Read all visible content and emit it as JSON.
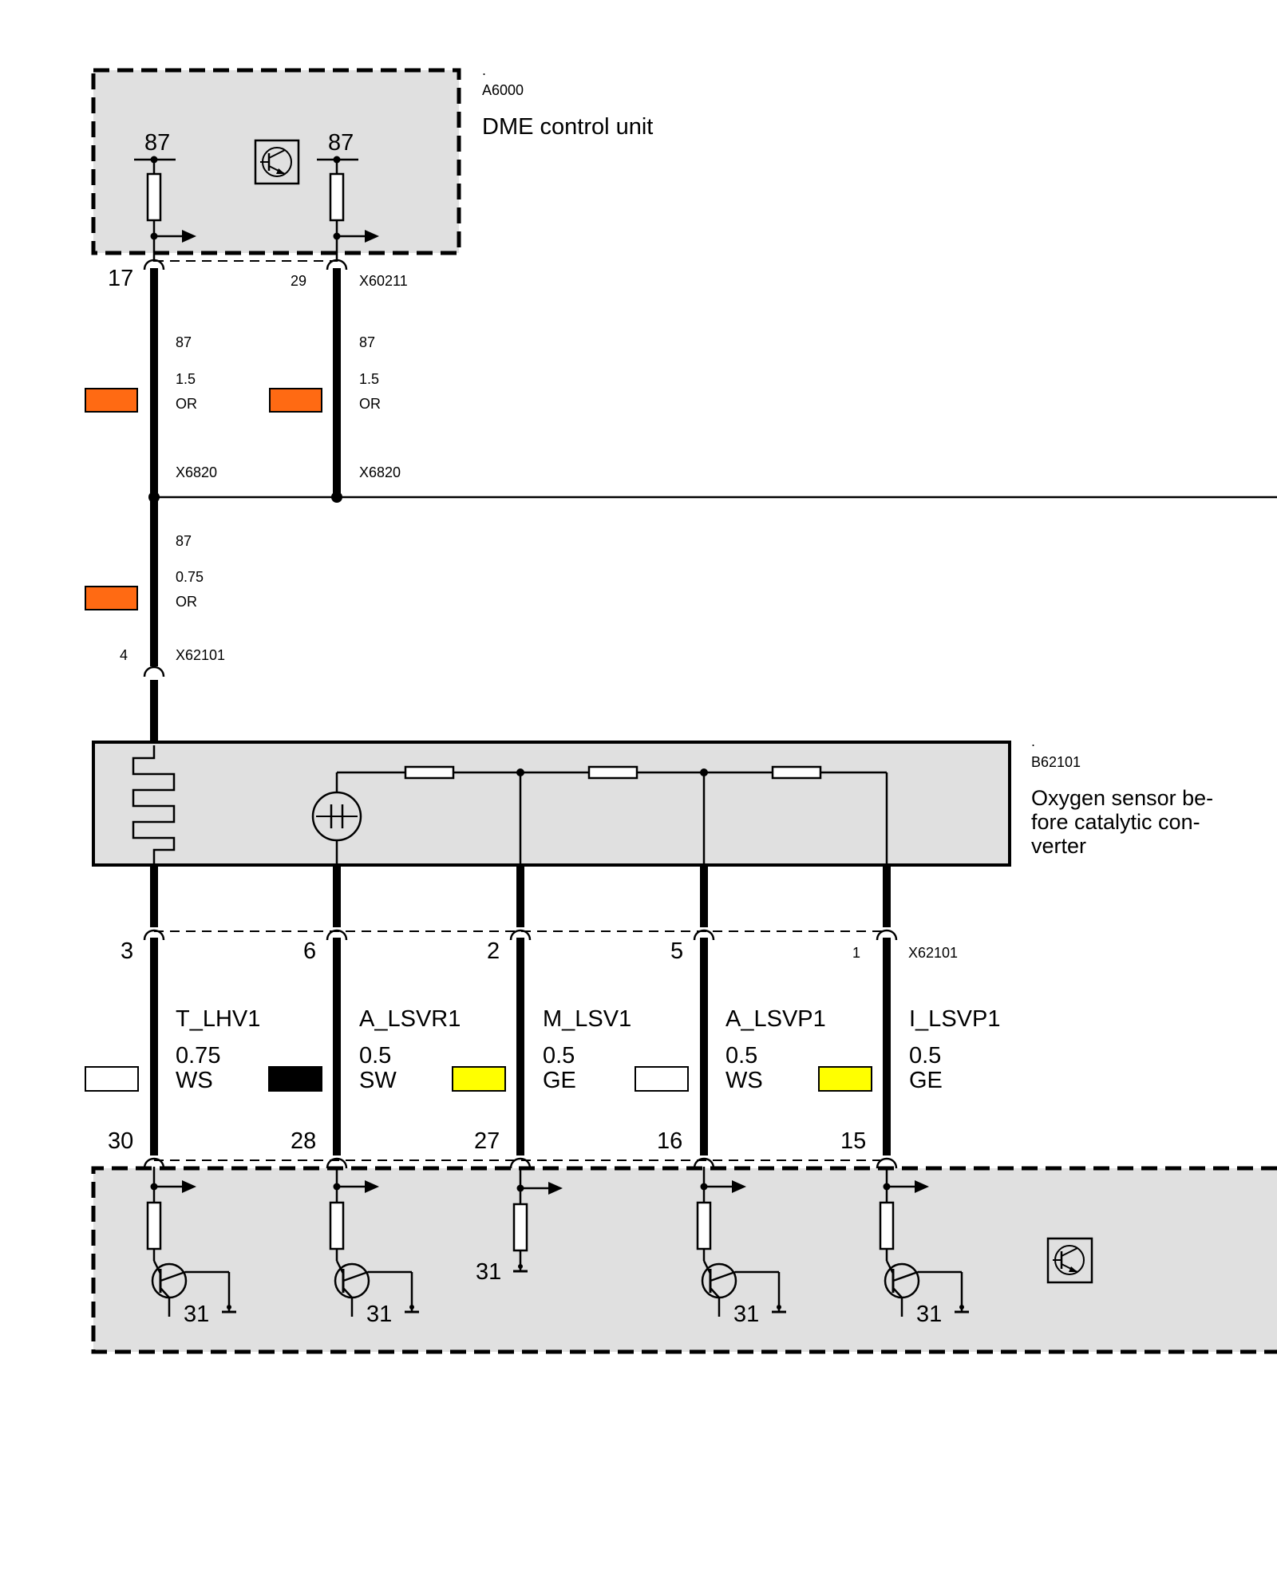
{
  "colors": {
    "OR": "#ff6a13",
    "WS": "#ffffff",
    "SW": "#000000",
    "GE": "#ffff00",
    "box_fill": "#e0e0e0"
  },
  "dme": {
    "dot": ".",
    "id": "A6000",
    "name": "DME control unit",
    "pins": [
      "87",
      "87"
    ],
    "icon": "transistor-symbol-icon"
  },
  "top_connector": {
    "id": "X60211",
    "pin_left": "17",
    "pin_right": "29"
  },
  "upper_wires": [
    {
      "code": "87",
      "size": "1.5",
      "color": "OR",
      "splice": "X6820"
    },
    {
      "code": "87",
      "size": "1.5",
      "color": "OR",
      "splice": "X6820"
    }
  ],
  "mid_wire": {
    "code": "87",
    "size": "0.75",
    "color": "OR"
  },
  "sensor_connector": {
    "id": "X62101",
    "pin": "4"
  },
  "sensor": {
    "dot": ".",
    "id": "B62101",
    "name_lines": [
      "Oxygen sensor be-",
      "fore catalytic con-",
      "verter"
    ]
  },
  "lower_connector": {
    "id": "X62101",
    "pins": [
      "3",
      "6",
      "2",
      "5",
      "1"
    ]
  },
  "signals": [
    {
      "name": "T_LHV1",
      "size": "0.75",
      "color": "WS",
      "bottom_pin": "30"
    },
    {
      "name": "A_LSVR1",
      "size": "0.5",
      "color": "SW",
      "bottom_pin": "28"
    },
    {
      "name": "M_LSV1",
      "size": "0.5",
      "color": "GE",
      "bottom_pin": "27"
    },
    {
      "name": "A_LSVP1",
      "size": "0.5",
      "color": "WS",
      "bottom_pin": "16"
    },
    {
      "name": "I_LSVP1",
      "size": "0.5",
      "color": "GE",
      "bottom_pin": "15"
    }
  ],
  "ground_label": "31"
}
